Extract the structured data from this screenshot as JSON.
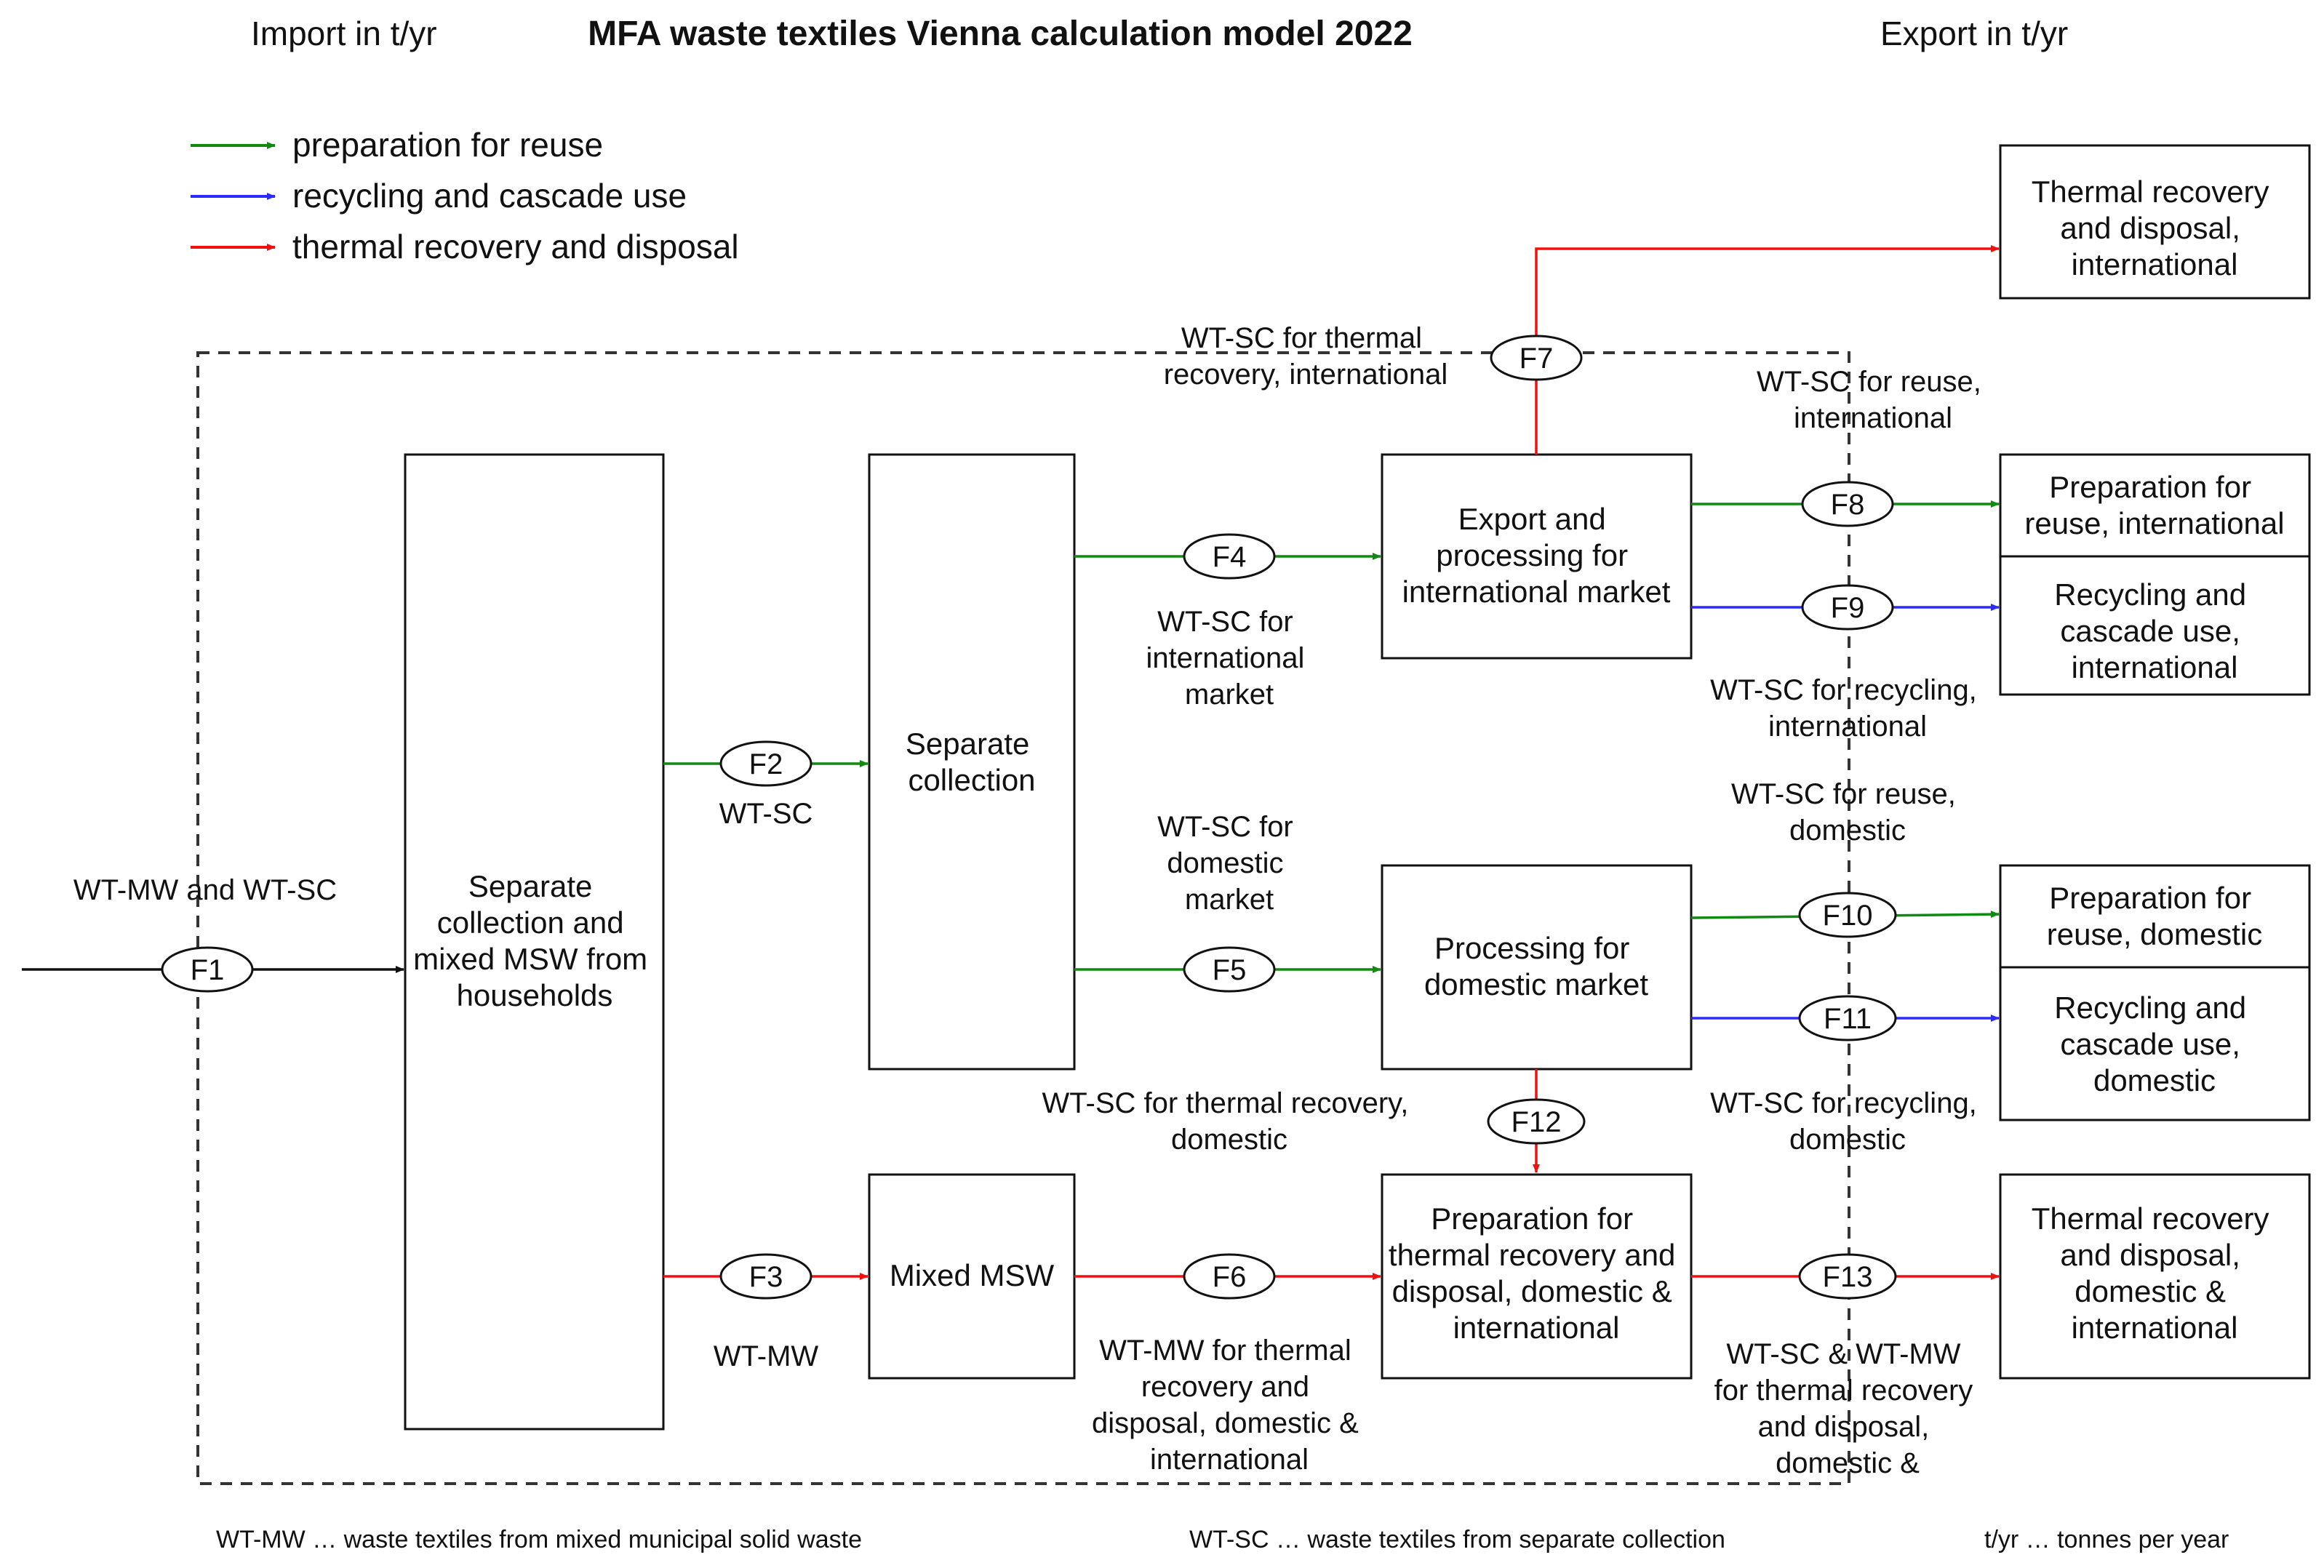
{
  "header": {
    "title": "MFA waste textiles Vienna calculation model 2022",
    "import_label": "Import in t/yr",
    "export_label": "Export in t/yr"
  },
  "legend": [
    {
      "label": "preparation for reuse",
      "color": "#118a11"
    },
    {
      "label": "recycling and cascade use",
      "color": "#2b2bff"
    },
    {
      "label": "thermal recovery and disposal",
      "color": "#f01010"
    }
  ],
  "boxes": {
    "households": [
      "Separate",
      "collection and",
      "mixed MSW from",
      "households"
    ],
    "separate_collection": [
      "Separate",
      "collection"
    ],
    "mixed_msw": [
      "Mixed MSW"
    ],
    "export_processing": [
      "Export and",
      "processing for",
      "international market"
    ],
    "domestic_processing": [
      "Processing for",
      "domestic market"
    ],
    "thermal_prep": [
      "Preparation for",
      "thermal recovery and",
      "disposal, domestic &",
      "international"
    ],
    "thermal_international": [
      "Thermal recovery",
      "and disposal,",
      "international"
    ],
    "reuse_international": [
      "Preparation for",
      "reuse, international"
    ],
    "recycling_international": [
      "Recycling and",
      "cascade use,",
      "international"
    ],
    "reuse_domestic": [
      "Preparation for",
      "reuse, domestic"
    ],
    "recycling_domestic": [
      "Recycling and",
      "cascade use,",
      "domestic"
    ],
    "thermal_domestic_international": [
      "Thermal recovery",
      "and disposal,",
      "domestic &",
      "international"
    ]
  },
  "flows": {
    "F1": "F1",
    "F2": "F2",
    "F3": "F3",
    "F4": "F4",
    "F5": "F5",
    "F6": "F6",
    "F7": "F7",
    "F8": "F8",
    "F9": "F9",
    "F10": "F10",
    "F11": "F11",
    "F12": "F12",
    "F13": "F13"
  },
  "flow_labels": {
    "F1": [
      "WT-MW and WT-SC"
    ],
    "F2": [
      "WT-SC"
    ],
    "F3": [
      "WT-MW"
    ],
    "F4": [
      "WT-SC for",
      "international",
      "market"
    ],
    "F5": [
      "WT-SC for",
      "domestic",
      "market"
    ],
    "F6": [
      "WT-MW for thermal",
      "recovery and",
      "disposal, domestic &",
      "international"
    ],
    "F7": [
      "WT-SC for thermal",
      "recovery, international"
    ],
    "F8": [
      "WT-SC for reuse,",
      "international"
    ],
    "F9": [
      "WT-SC for recycling,",
      "international"
    ],
    "F10": [
      "WT-SC for reuse,",
      "domestic"
    ],
    "F11": [
      "WT-SC for recycling,",
      "domestic"
    ],
    "F12": [
      "WT-SC for thermal recovery,",
      "domestic"
    ],
    "F13": [
      "WT-SC & WT-MW",
      "for thermal recovery",
      "and disposal,",
      "domestic &"
    ]
  },
  "footer": {
    "wt_mw": "WT-MW … waste textiles from mixed municipal solid waste",
    "wt_sc": "WT-SC … waste textiles from separate collection",
    "tyr": "t/yr … tonnes per year"
  }
}
